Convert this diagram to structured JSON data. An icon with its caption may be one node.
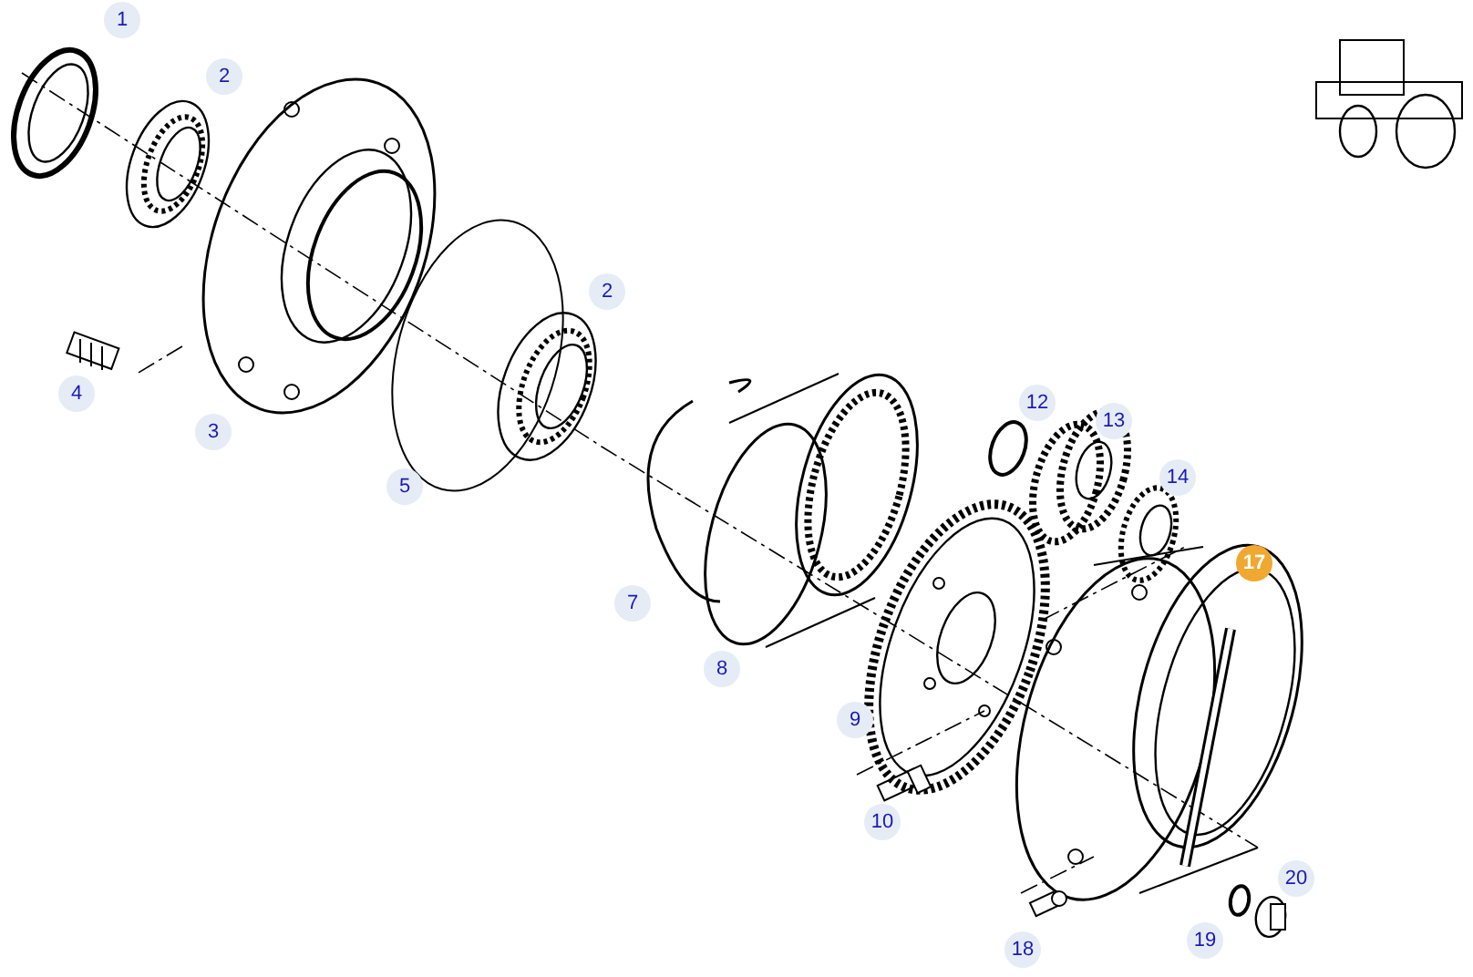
{
  "diagram": {
    "labels": [
      "1",
      "2",
      "3",
      "4",
      "2",
      "5",
      "7",
      "8",
      "9",
      "10",
      "12",
      "13",
      "14",
      "17",
      "18",
      "19",
      "20"
    ]
  }
}
